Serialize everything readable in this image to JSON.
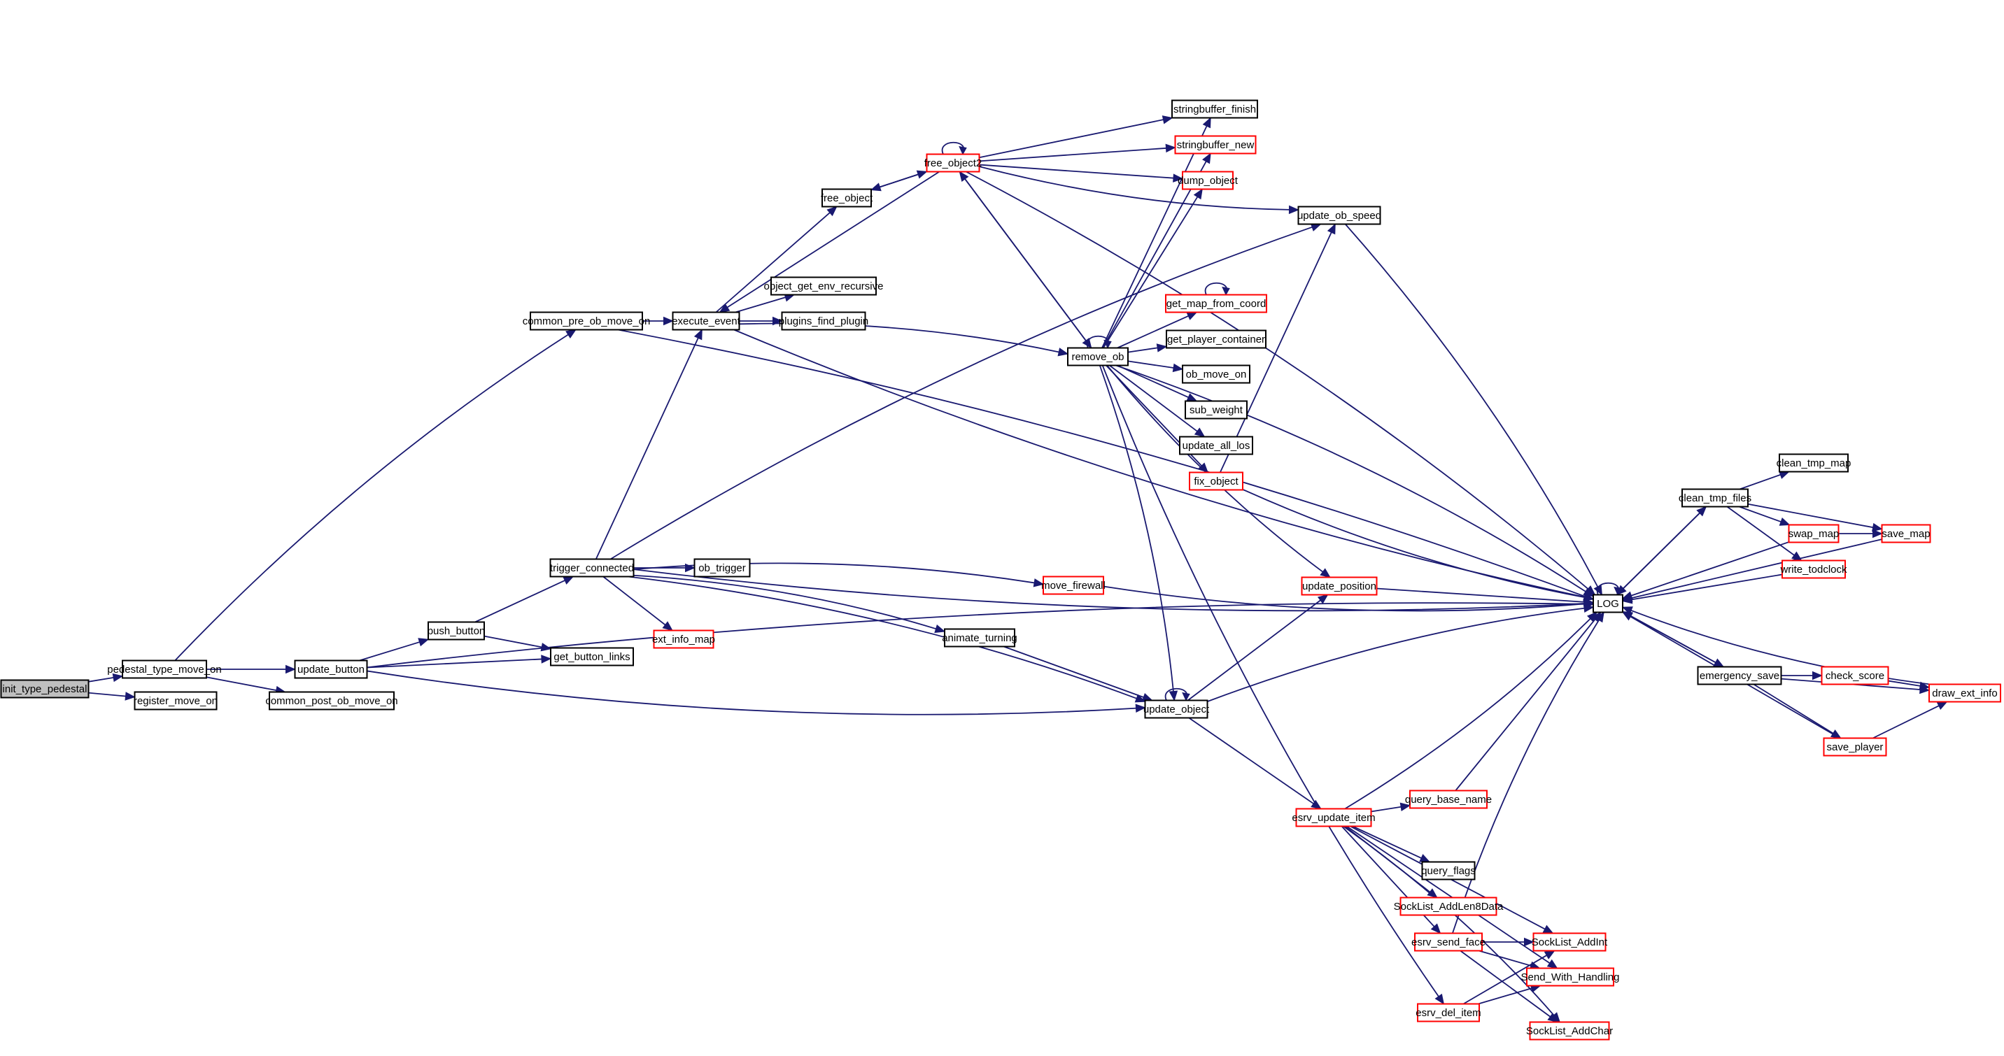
{
  "graph": {
    "type": "call-graph",
    "colors": {
      "edge": "#191970",
      "root_fill": "#bfbfbf",
      "node_fill": "#ffffff",
      "node_border": "#000000",
      "truncated_border": "#ff0000"
    },
    "nodes": [
      {
        "id": "init_type_pedestal",
        "label": "init_type_pedestal",
        "style": "root"
      },
      {
        "id": "pedestal_type_move_on",
        "label": "pedestal_type_move_on",
        "style": "normal"
      },
      {
        "id": "register_move_on",
        "label": "register_move_on",
        "style": "normal"
      },
      {
        "id": "update_button",
        "label": "update_button",
        "style": "normal"
      },
      {
        "id": "common_post_ob_move_on",
        "label": "common_post_ob_move_on",
        "style": "normal"
      },
      {
        "id": "push_button",
        "label": "push_button",
        "style": "normal"
      },
      {
        "id": "get_button_links",
        "label": "get_button_links",
        "style": "normal"
      },
      {
        "id": "trigger_connected",
        "label": "trigger_connected",
        "style": "normal"
      },
      {
        "id": "ob_trigger",
        "label": "ob_trigger",
        "style": "normal"
      },
      {
        "id": "ext_info_map",
        "label": "ext_info_map",
        "style": "truncated"
      },
      {
        "id": "animate_turning",
        "label": "animate_turning",
        "style": "normal"
      },
      {
        "id": "move_firewall",
        "label": "move_firewall",
        "style": "truncated"
      },
      {
        "id": "update_object",
        "label": "update_object",
        "style": "normal"
      },
      {
        "id": "update_position",
        "label": "update_position",
        "style": "truncated"
      },
      {
        "id": "common_pre_ob_move_on",
        "label": "common_pre_ob_move_on",
        "style": "normal"
      },
      {
        "id": "execute_event",
        "label": "execute_event",
        "style": "normal"
      },
      {
        "id": "object_get_env_recursive",
        "label": "object_get_env_recursive",
        "style": "normal"
      },
      {
        "id": "plugins_find_plugin",
        "label": "plugins_find_plugin",
        "style": "normal"
      },
      {
        "id": "free_object",
        "label": "free_object",
        "style": "normal"
      },
      {
        "id": "free_object2",
        "label": "free_object2",
        "style": "truncated"
      },
      {
        "id": "stringbuffer_finish",
        "label": "stringbuffer_finish",
        "style": "normal"
      },
      {
        "id": "stringbuffer_new",
        "label": "stringbuffer_new",
        "style": "truncated"
      },
      {
        "id": "dump_object",
        "label": "dump_object",
        "style": "truncated"
      },
      {
        "id": "update_ob_speed",
        "label": "update_ob_speed",
        "style": "normal"
      },
      {
        "id": "remove_ob",
        "label": "remove_ob",
        "style": "normal"
      },
      {
        "id": "get_map_from_coord",
        "label": "get_map_from_coord",
        "style": "truncated"
      },
      {
        "id": "get_player_container",
        "label": "get_player_container",
        "style": "normal"
      },
      {
        "id": "ob_move_on",
        "label": "ob_move_on",
        "style": "normal"
      },
      {
        "id": "sub_weight",
        "label": "sub_weight",
        "style": "normal"
      },
      {
        "id": "update_all_los",
        "label": "update_all_los",
        "style": "normal"
      },
      {
        "id": "fix_object",
        "label": "fix_object",
        "style": "truncated"
      },
      {
        "id": "LOG",
        "label": "LOG",
        "style": "normal"
      },
      {
        "id": "clean_tmp_files",
        "label": "clean_tmp_files",
        "style": "normal"
      },
      {
        "id": "clean_tmp_map",
        "label": "clean_tmp_map",
        "style": "normal"
      },
      {
        "id": "swap_map",
        "label": "swap_map",
        "style": "truncated"
      },
      {
        "id": "save_map",
        "label": "save_map",
        "style": "truncated"
      },
      {
        "id": "write_todclock",
        "label": "write_todclock",
        "style": "truncated"
      },
      {
        "id": "emergency_save",
        "label": "emergency_save",
        "style": "normal"
      },
      {
        "id": "check_score",
        "label": "check_score",
        "style": "truncated"
      },
      {
        "id": "draw_ext_info",
        "label": "draw_ext_info",
        "style": "truncated"
      },
      {
        "id": "save_player",
        "label": "save_player",
        "style": "truncated"
      },
      {
        "id": "esrv_update_item",
        "label": "esrv_update_item",
        "style": "truncated"
      },
      {
        "id": "query_base_name",
        "label": "query_base_name",
        "style": "truncated"
      },
      {
        "id": "query_flags",
        "label": "query_flags",
        "style": "normal"
      },
      {
        "id": "SockList_AddLen8Data",
        "label": "SockList_AddLen8Data",
        "style": "truncated"
      },
      {
        "id": "esrv_send_face",
        "label": "esrv_send_face",
        "style": "truncated"
      },
      {
        "id": "SockList_AddInt",
        "label": "SockList_AddInt",
        "style": "truncated"
      },
      {
        "id": "Send_With_Handling",
        "label": "Send_With_Handling",
        "style": "truncated"
      },
      {
        "id": "esrv_del_item",
        "label": "esrv_del_item",
        "style": "truncated"
      },
      {
        "id": "SockList_AddChar",
        "label": "SockList_AddChar",
        "style": "truncated"
      }
    ],
    "edges": [
      [
        "init_type_pedestal",
        "pedestal_type_move_on"
      ],
      [
        "init_type_pedestal",
        "register_move_on"
      ],
      [
        "pedestal_type_move_on",
        "common_pre_ob_move_on"
      ],
      [
        "pedestal_type_move_on",
        "update_button"
      ],
      [
        "pedestal_type_move_on",
        "common_post_ob_move_on"
      ],
      [
        "update_button",
        "push_button"
      ],
      [
        "update_button",
        "get_button_links"
      ],
      [
        "update_button",
        "update_object"
      ],
      [
        "update_button",
        "LOG"
      ],
      [
        "push_button",
        "trigger_connected"
      ],
      [
        "push_button",
        "get_button_links"
      ],
      [
        "trigger_connected",
        "execute_event"
      ],
      [
        "trigger_connected",
        "update_ob_speed"
      ],
      [
        "trigger_connected",
        "ob_trigger"
      ],
      [
        "trigger_connected",
        "move_firewall"
      ],
      [
        "trigger_connected",
        "LOG"
      ],
      [
        "trigger_connected",
        "animate_turning"
      ],
      [
        "trigger_connected",
        "ext_info_map"
      ],
      [
        "trigger_connected",
        "update_object"
      ],
      [
        "common_pre_ob_move_on",
        "execute_event"
      ],
      [
        "common_pre_ob_move_on",
        "LOG"
      ],
      [
        "execute_event",
        "free_object"
      ],
      [
        "execute_event",
        "object_get_env_recursive"
      ],
      [
        "execute_event",
        "plugins_find_plugin"
      ],
      [
        "execute_event",
        "remove_ob"
      ],
      [
        "execute_event",
        "LOG"
      ],
      [
        "free_object",
        "free_object2"
      ],
      [
        "free_object2",
        "free_object"
      ],
      [
        "free_object2",
        "free_object2"
      ],
      [
        "free_object2",
        "execute_event"
      ],
      [
        "free_object2",
        "stringbuffer_finish"
      ],
      [
        "free_object2",
        "stringbuffer_new"
      ],
      [
        "free_object2",
        "dump_object"
      ],
      [
        "free_object2",
        "remove_ob"
      ],
      [
        "free_object2",
        "LOG"
      ],
      [
        "free_object2",
        "update_ob_speed"
      ],
      [
        "remove_ob",
        "remove_ob"
      ],
      [
        "remove_ob",
        "free_object2"
      ],
      [
        "remove_ob",
        "stringbuffer_finish"
      ],
      [
        "remove_ob",
        "stringbuffer_new"
      ],
      [
        "remove_ob",
        "dump_object"
      ],
      [
        "remove_ob",
        "get_map_from_coord"
      ],
      [
        "remove_ob",
        "get_player_container"
      ],
      [
        "remove_ob",
        "ob_move_on"
      ],
      [
        "remove_ob",
        "sub_weight"
      ],
      [
        "remove_ob",
        "update_all_los"
      ],
      [
        "remove_ob",
        "fix_object"
      ],
      [
        "remove_ob",
        "update_position"
      ],
      [
        "remove_ob",
        "update_object"
      ],
      [
        "remove_ob",
        "esrv_del_item"
      ],
      [
        "remove_ob",
        "LOG"
      ],
      [
        "get_map_from_coord",
        "get_map_from_coord"
      ],
      [
        "fix_object",
        "update_ob_speed"
      ],
      [
        "fix_object",
        "LOG"
      ],
      [
        "update_ob_speed",
        "LOG"
      ],
      [
        "move_firewall",
        "LOG"
      ],
      [
        "animate_turning",
        "update_object"
      ],
      [
        "update_object",
        "update_object"
      ],
      [
        "update_object",
        "update_position"
      ],
      [
        "update_object",
        "esrv_update_item"
      ],
      [
        "update_object",
        "LOG"
      ],
      [
        "update_position",
        "LOG"
      ],
      [
        "esrv_update_item",
        "query_base_name"
      ],
      [
        "esrv_update_item",
        "query_flags"
      ],
      [
        "esrv_update_item",
        "SockList_AddLen8Data"
      ],
      [
        "esrv_update_item",
        "esrv_send_face"
      ],
      [
        "esrv_update_item",
        "SockList_AddInt"
      ],
      [
        "esrv_update_item",
        "Send_With_Handling"
      ],
      [
        "esrv_update_item",
        "SockList_AddChar"
      ],
      [
        "esrv_update_item",
        "LOG"
      ],
      [
        "query_base_name",
        "LOG"
      ],
      [
        "esrv_send_face",
        "SockList_AddInt"
      ],
      [
        "esrv_send_face",
        "Send_With_Handling"
      ],
      [
        "esrv_send_face",
        "SockList_AddChar"
      ],
      [
        "esrv_send_face",
        "LOG"
      ],
      [
        "esrv_del_item",
        "SockList_AddInt"
      ],
      [
        "esrv_del_item",
        "Send_With_Handling"
      ],
      [
        "LOG",
        "LOG"
      ],
      [
        "LOG",
        "clean_tmp_files"
      ],
      [
        "LOG",
        "emergency_save"
      ],
      [
        "clean_tmp_files",
        "LOG"
      ],
      [
        "clean_tmp_files",
        "clean_tmp_map"
      ],
      [
        "clean_tmp_files",
        "swap_map"
      ],
      [
        "clean_tmp_files",
        "save_map"
      ],
      [
        "clean_tmp_files",
        "write_todclock"
      ],
      [
        "swap_map",
        "save_map"
      ],
      [
        "swap_map",
        "LOG"
      ],
      [
        "save_map",
        "LOG"
      ],
      [
        "write_todclock",
        "LOG"
      ],
      [
        "emergency_save",
        "check_score"
      ],
      [
        "emergency_save",
        "draw_ext_info"
      ],
      [
        "emergency_save",
        "save_player"
      ],
      [
        "emergency_save",
        "LOG"
      ],
      [
        "check_score",
        "draw_ext_info"
      ],
      [
        "save_player",
        "draw_ext_info"
      ],
      [
        "save_player",
        "LOG"
      ],
      [
        "draw_ext_info",
        "LOG"
      ]
    ]
  }
}
